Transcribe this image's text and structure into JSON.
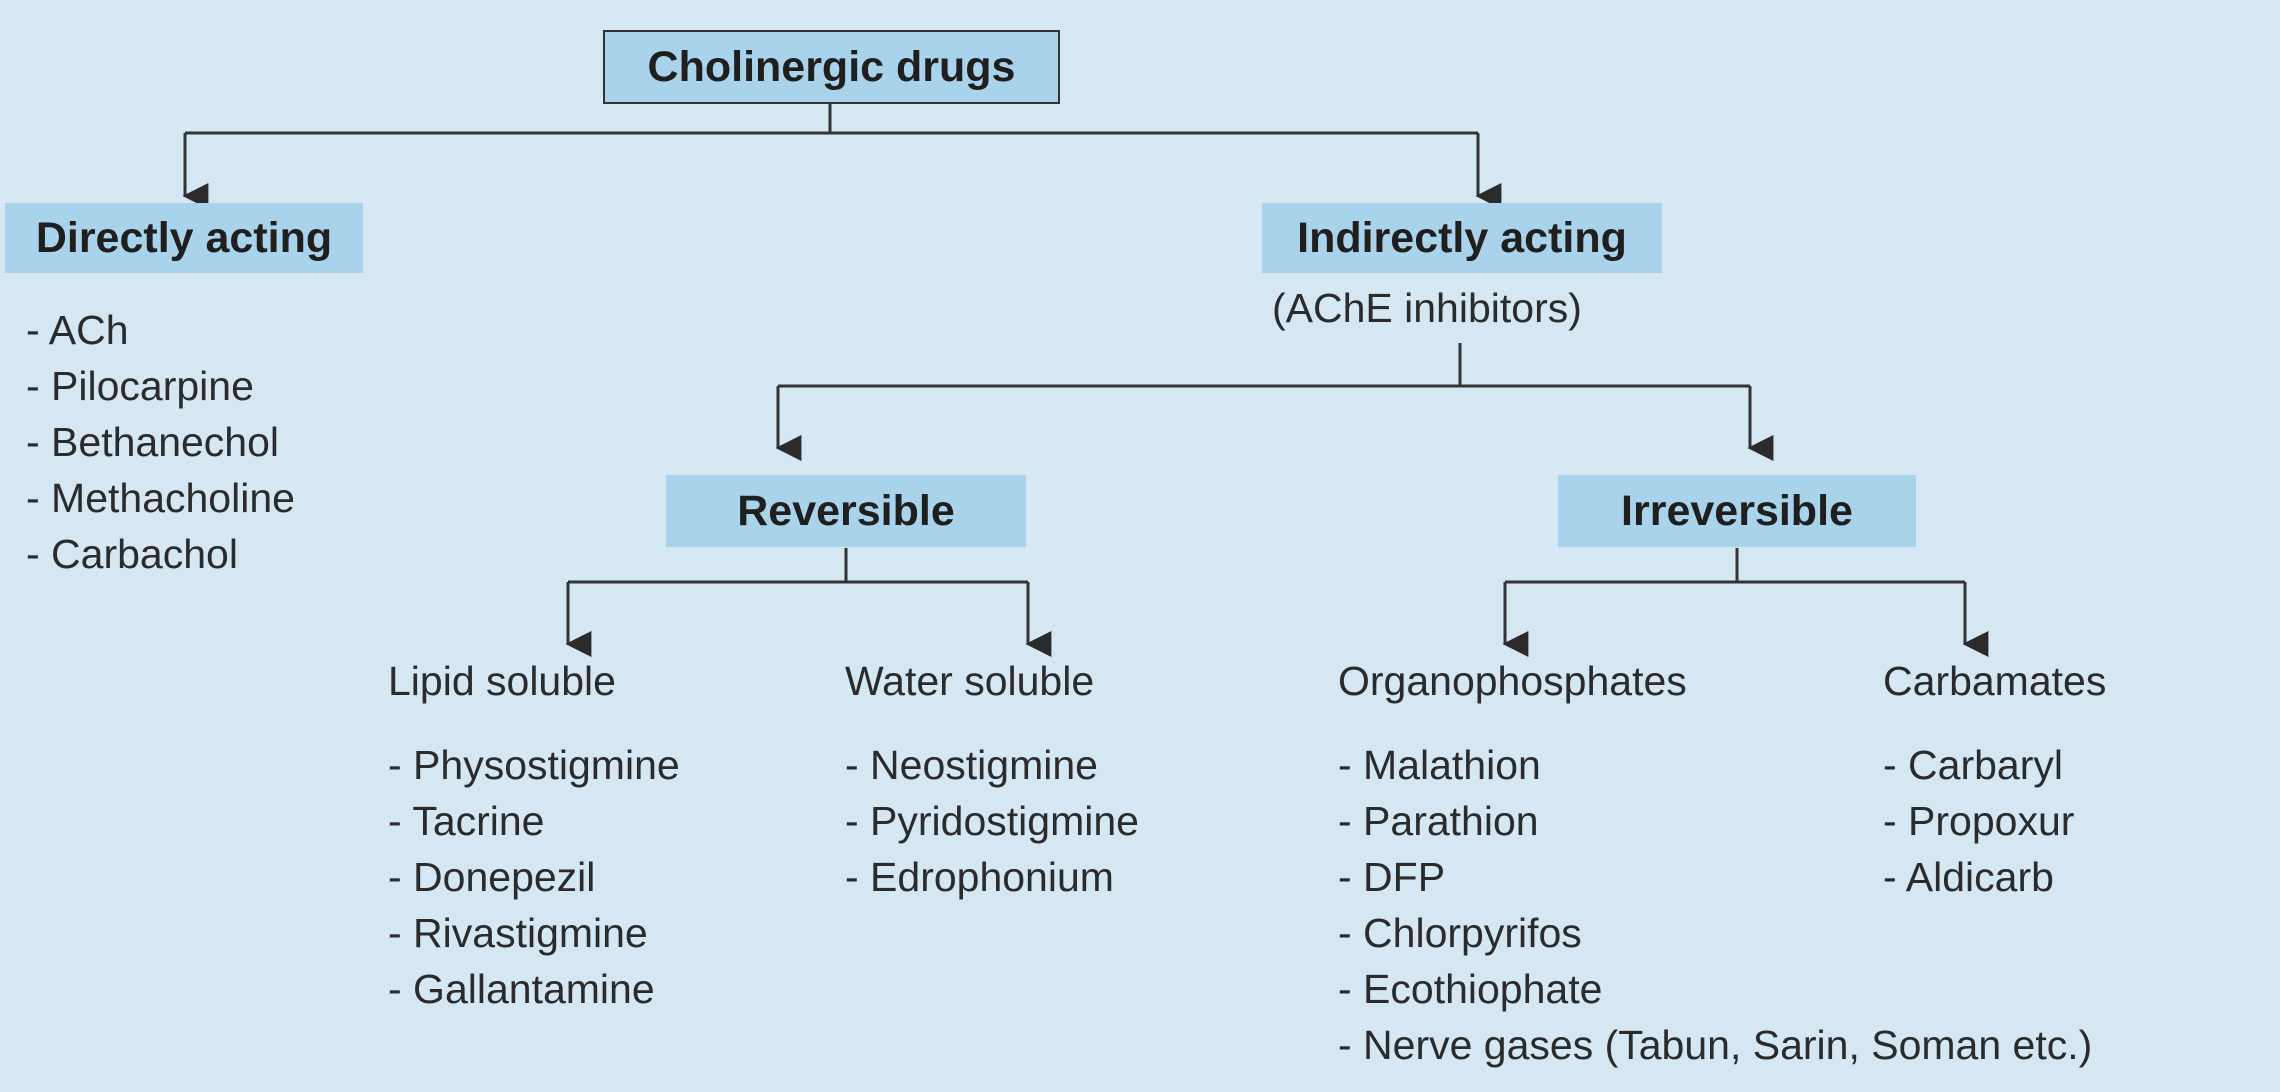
{
  "root": "Cholinergic drugs",
  "direct": {
    "title": "Directly acting",
    "items": [
      "ACh",
      "Pilocarpine",
      "Bethanechol",
      "Methacholine",
      "Carbachol"
    ]
  },
  "indirect": {
    "title": "Indirectly acting",
    "subtitle": "(AChE inhibitors)"
  },
  "reversible": {
    "title": "Reversible",
    "lipid": {
      "title": "Lipid soluble",
      "items": [
        "Physostigmine",
        "Tacrine",
        "Donepezil",
        "Rivastigmine",
        "Gallantamine"
      ]
    },
    "water": {
      "title": "Water soluble",
      "items": [
        "Neostigmine",
        "Pyridostigmine",
        "Edrophonium"
      ]
    }
  },
  "irreversible": {
    "title": "Irreversible",
    "organo": {
      "title": "Organophosphates",
      "items": [
        "Malathion",
        "Parathion",
        "DFP",
        "Chlorpyrifos",
        "Ecothiophate",
        "Nerve gases (Tabun, Sarin, Soman etc.)"
      ]
    },
    "carbamates": {
      "title": "Carbamates",
      "items": [
        "Carbaryl",
        "Propoxur",
        "Aldicarb"
      ]
    }
  }
}
